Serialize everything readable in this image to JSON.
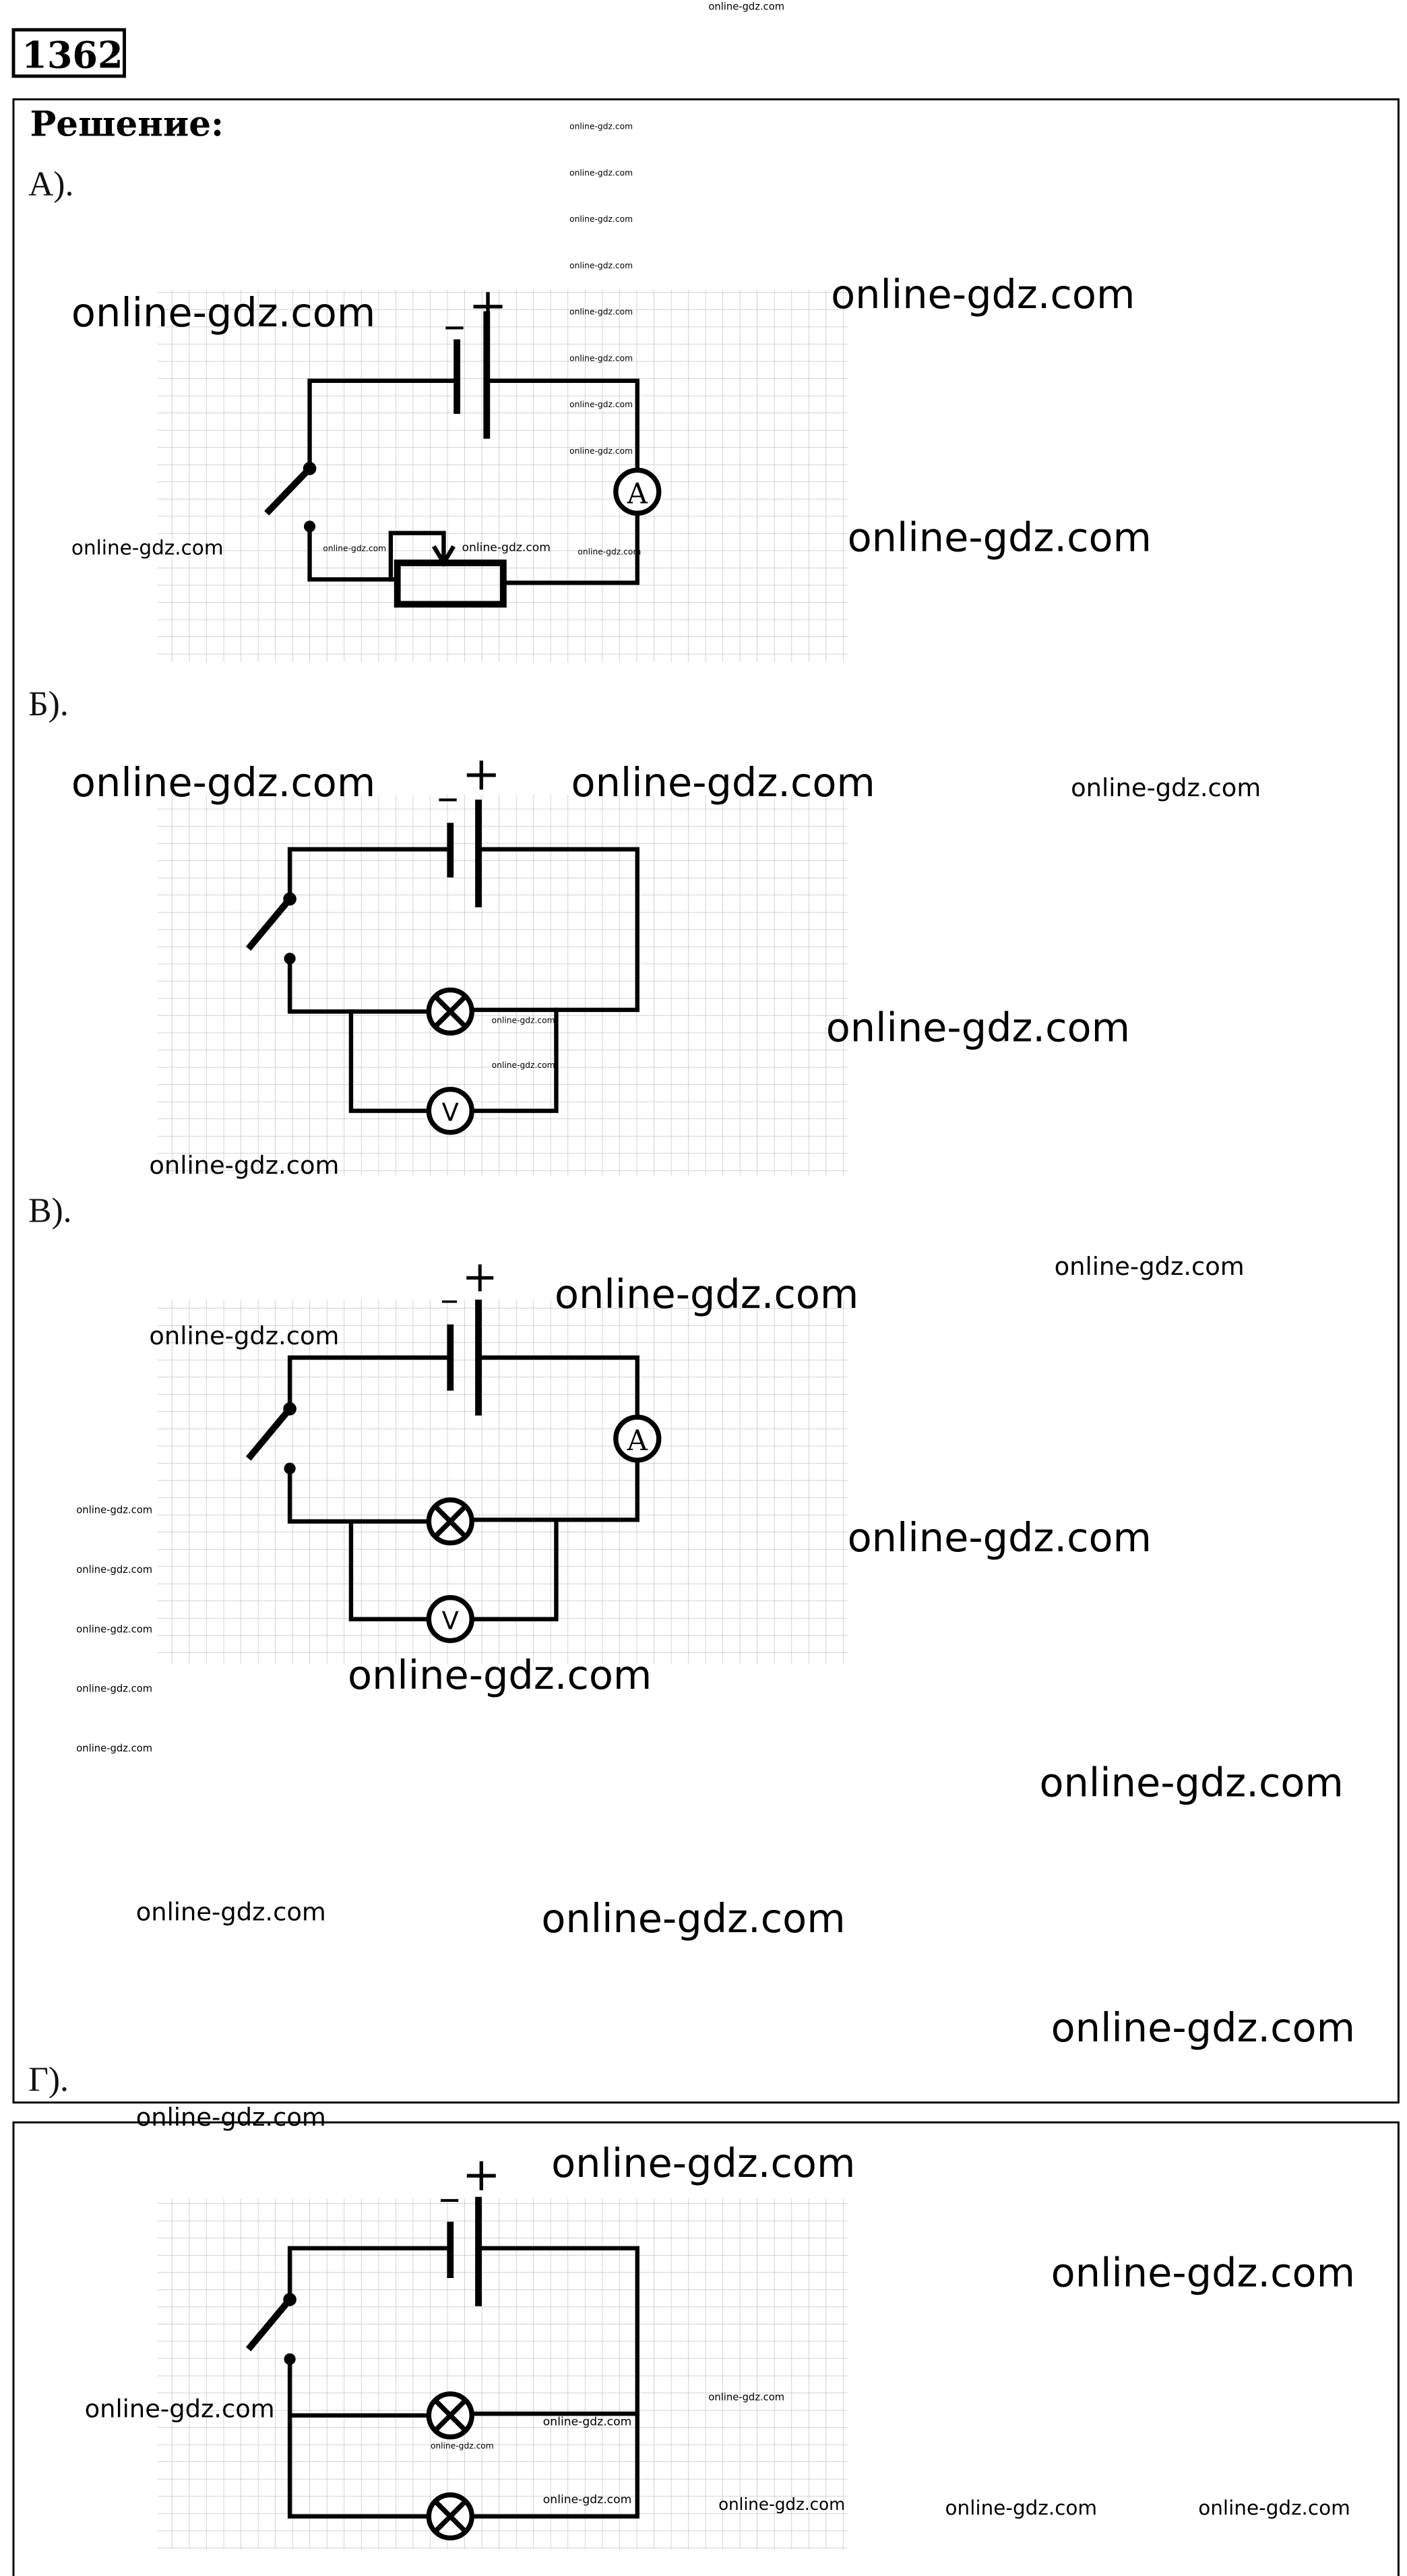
{
  "problem_number": "1362",
  "heading": "Решение:",
  "parts": [
    {
      "label": "А)."
    },
    {
      "label": "Б)."
    },
    {
      "label": "В)."
    },
    {
      "label": "Г)."
    }
  ],
  "symbols": {
    "minus": "–",
    "plus": "+",
    "ammeter": "A",
    "voltmeter": "V"
  },
  "watermark": "online-gdz.com"
}
